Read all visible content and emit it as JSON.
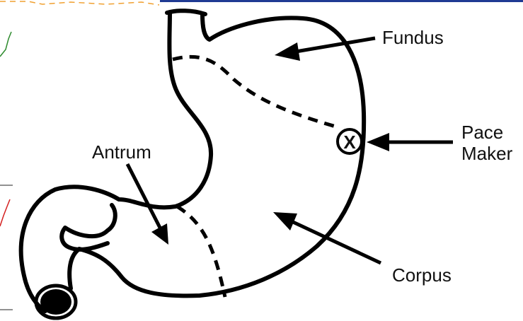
{
  "diagram": {
    "labels": {
      "fundus": "Fundus",
      "pacemaker_line1": "Pace",
      "pacemaker_line2": "Maker",
      "antrum": "Antrum",
      "corpus": "Corpus"
    },
    "pacemaker_marker": "X",
    "colors": {
      "outline": "#000000",
      "top_border": "#1f3a93",
      "left_strip_orange": "#f0a030",
      "left_strip_green": "#2e8b2e",
      "left_strip_red": "#d42020"
    }
  }
}
